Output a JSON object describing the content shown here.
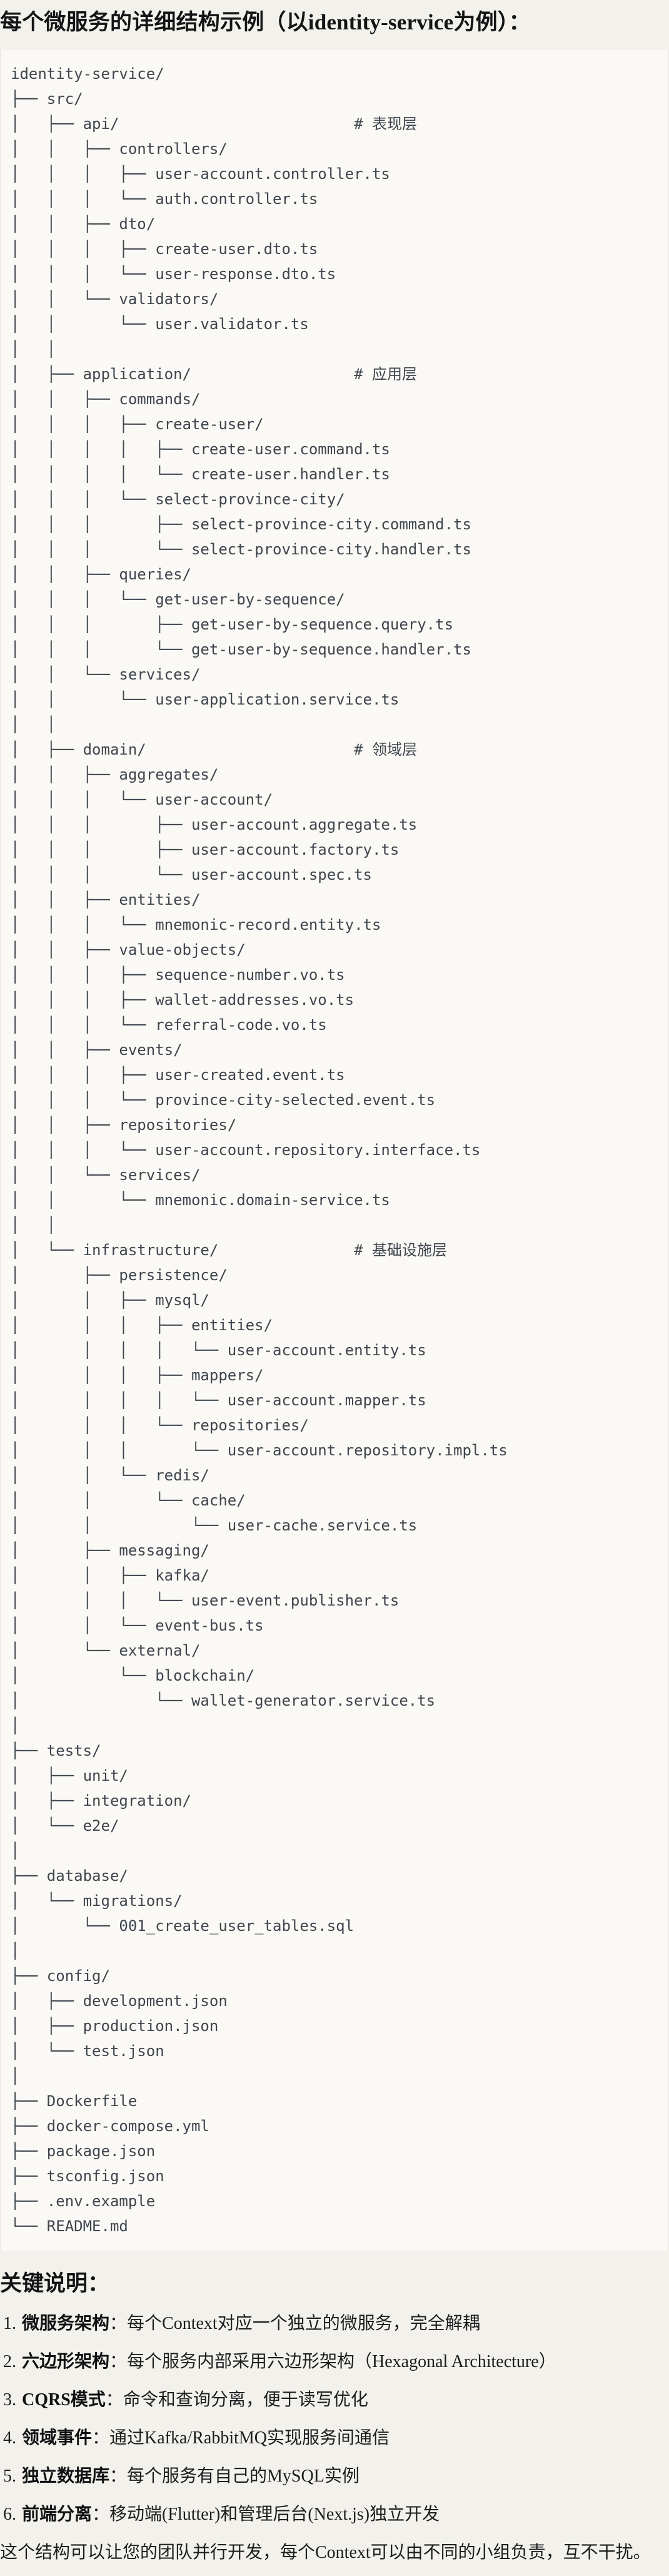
{
  "colors": {
    "page_background": "#f3f1ec",
    "code_background": "#faf9f5",
    "code_border": "#e7e5df",
    "code_text": "#3f454d",
    "heading_text": "#141416"
  },
  "header": {
    "title": "每个微服务的详细结构示例（以identity-service为例）："
  },
  "tree": {
    "lines": [
      "identity-service/",
      "├── src/",
      "│   ├── api/                          # 表现层",
      "│   │   ├── controllers/",
      "│   │   │   ├── user-account.controller.ts",
      "│   │   │   └── auth.controller.ts",
      "│   │   ├── dto/",
      "│   │   │   ├── create-user.dto.ts",
      "│   │   │   └── user-response.dto.ts",
      "│   │   └── validators/",
      "│   │       └── user.validator.ts",
      "│   │",
      "│   ├── application/                  # 应用层",
      "│   │   ├── commands/",
      "│   │   │   ├── create-user/",
      "│   │   │   │   ├── create-user.command.ts",
      "│   │   │   │   └── create-user.handler.ts",
      "│   │   │   └── select-province-city/",
      "│   │   │       ├── select-province-city.command.ts",
      "│   │   │       └── select-province-city.handler.ts",
      "│   │   ├── queries/",
      "│   │   │   └── get-user-by-sequence/",
      "│   │   │       ├── get-user-by-sequence.query.ts",
      "│   │   │       └── get-user-by-sequence.handler.ts",
      "│   │   └── services/",
      "│   │       └── user-application.service.ts",
      "│   │",
      "│   ├── domain/                       # 领域层",
      "│   │   ├── aggregates/",
      "│   │   │   └── user-account/",
      "│   │   │       ├── user-account.aggregate.ts",
      "│   │   │       ├── user-account.factory.ts",
      "│   │   │       └── user-account.spec.ts",
      "│   │   ├── entities/",
      "│   │   │   └── mnemonic-record.entity.ts",
      "│   │   ├── value-objects/",
      "│   │   │   ├── sequence-number.vo.ts",
      "│   │   │   ├── wallet-addresses.vo.ts",
      "│   │   │   └── referral-code.vo.ts",
      "│   │   ├── events/",
      "│   │   │   ├── user-created.event.ts",
      "│   │   │   └── province-city-selected.event.ts",
      "│   │   ├── repositories/",
      "│   │   │   └── user-account.repository.interface.ts",
      "│   │   └── services/",
      "│   │       └── mnemonic.domain-service.ts",
      "│   │",
      "│   └── infrastructure/               # 基础设施层",
      "│       ├── persistence/",
      "│       │   ├── mysql/",
      "│       │   │   ├── entities/",
      "│       │   │   │   └── user-account.entity.ts",
      "│       │   │   ├── mappers/",
      "│       │   │   │   └── user-account.mapper.ts",
      "│       │   │   └── repositories/",
      "│       │   │       └── user-account.repository.impl.ts",
      "│       │   └── redis/",
      "│       │       └── cache/",
      "│       │           └── user-cache.service.ts",
      "│       ├── messaging/",
      "│       │   ├── kafka/",
      "│       │   │   └── user-event.publisher.ts",
      "│       │   └── event-bus.ts",
      "│       └── external/",
      "│           └── blockchain/",
      "│               └── wallet-generator.service.ts",
      "│",
      "├── tests/",
      "│   ├── unit/",
      "│   ├── integration/",
      "│   └── e2e/",
      "│",
      "├── database/",
      "│   └── migrations/",
      "│       └── 001_create_user_tables.sql",
      "│",
      "├── config/",
      "│   ├── development.json",
      "│   ├── production.json",
      "│   └── test.json",
      "│",
      "├── Dockerfile",
      "├── docker-compose.yml",
      "├── package.json",
      "├── tsconfig.json",
      "├── .env.example",
      "└── README.md"
    ]
  },
  "notes": {
    "heading": "关键说明：",
    "items": [
      {
        "num": "1.",
        "label": "微服务架构",
        "sep": "：",
        "text": "每个Context对应一个独立的微服务，完全解耦"
      },
      {
        "num": "2.",
        "label": "六边形架构",
        "sep": "：",
        "text": "每个服务内部采用六边形架构（Hexagonal Architecture）"
      },
      {
        "num": "3.",
        "label": "CQRS模式",
        "sep": "：",
        "text": "命令和查询分离，便于读写优化"
      },
      {
        "num": "4.",
        "label": "领域事件",
        "sep": "：",
        "text": "通过Kafka/RabbitMQ实现服务间通信"
      },
      {
        "num": "5.",
        "label": "独立数据库",
        "sep": "：",
        "text": "每个服务有自己的MySQL实例"
      },
      {
        "num": "6.",
        "label": "前端分离",
        "sep": "：",
        "text": "移动端(Flutter)和管理后台(Next.js)独立开发"
      }
    ]
  },
  "footer": {
    "text": "这个结构可以让您的团队并行开发，每个Context可以由不同的小组负责，互不干扰。"
  }
}
